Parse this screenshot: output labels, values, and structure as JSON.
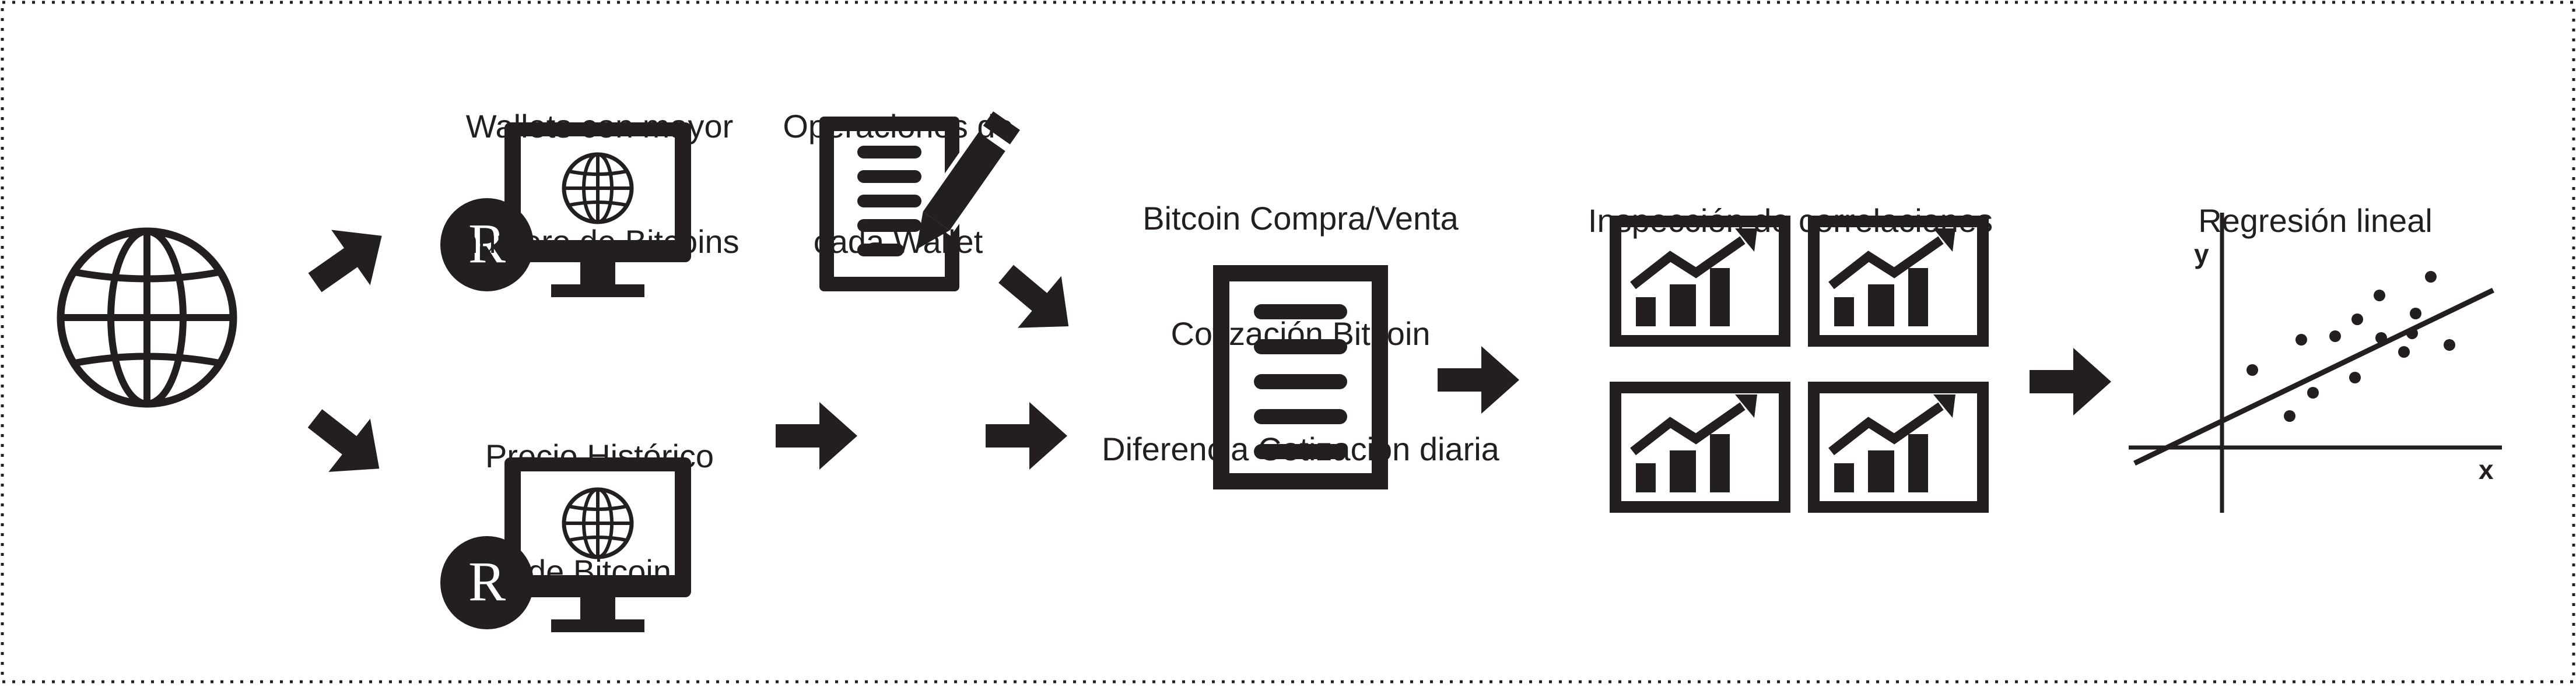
{
  "labels": {
    "wallets_mayor": [
      "Wallets con mayor",
      "número de Bitcoins"
    ],
    "operaciones": [
      "Operaciones de",
      "cada Wallet"
    ],
    "precio_historico": [
      "Precio Histórico",
      "de Bitcoin"
    ],
    "bitcoin_data": [
      "Bitcoin Compra/Venta",
      "Cotización Bitcoin",
      "Diferencia Cotización diaria"
    ],
    "inspeccion": [
      "Inspección de correlaciones"
    ],
    "regresion": [
      "Regresión lineal"
    ]
  },
  "r_badge": "R",
  "axis": {
    "y": "y",
    "x": "x"
  },
  "colors": {
    "ink": "#231f20",
    "background": "#ffffff"
  }
}
